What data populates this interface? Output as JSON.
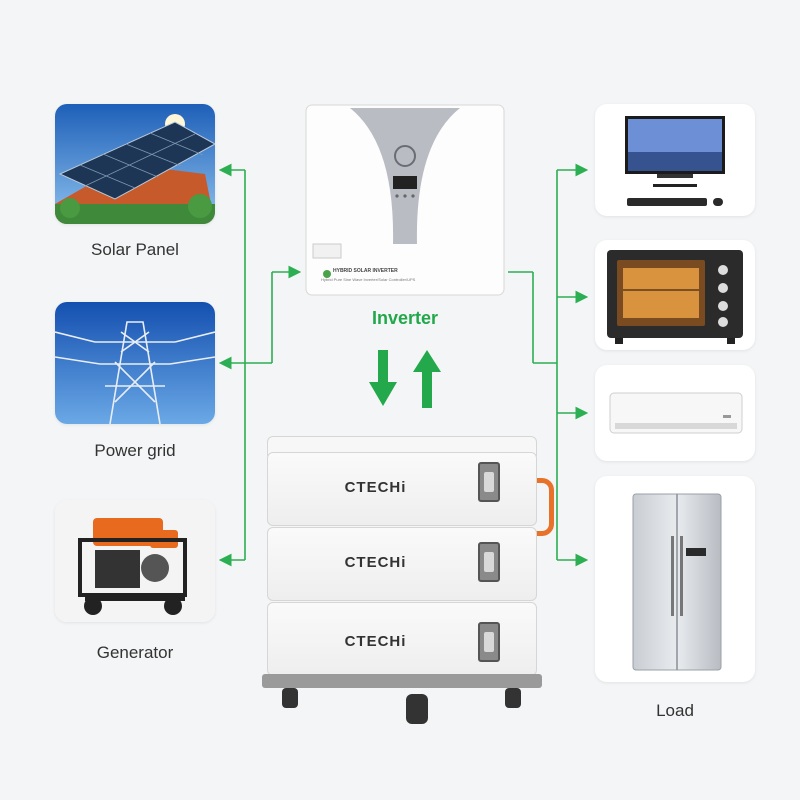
{
  "left_sources": [
    {
      "label": "Solar Panel",
      "icon": "solar-panel-icon"
    },
    {
      "label": "Power grid",
      "icon": "power-tower-icon"
    },
    {
      "label": "Generator",
      "icon": "generator-icon"
    }
  ],
  "inverter": {
    "label": "Inverter",
    "product_title": "HYBRID SOLAR INVERTER",
    "product_subtitle": "Hybrid Pure Sine Wave Inverter/Solar Controller/UPS"
  },
  "battery": {
    "brand": "CTECHi",
    "modules": 3
  },
  "loads": {
    "label": "Load",
    "items": [
      {
        "name": "monitor",
        "icon": "monitor-icon"
      },
      {
        "name": "oven",
        "icon": "oven-icon"
      },
      {
        "name": "air-conditioner",
        "icon": "air-conditioner-icon"
      },
      {
        "name": "refrigerator",
        "icon": "refrigerator-icon"
      }
    ]
  },
  "colors": {
    "accent": "#22a84a",
    "background": "#f3f5f6"
  }
}
